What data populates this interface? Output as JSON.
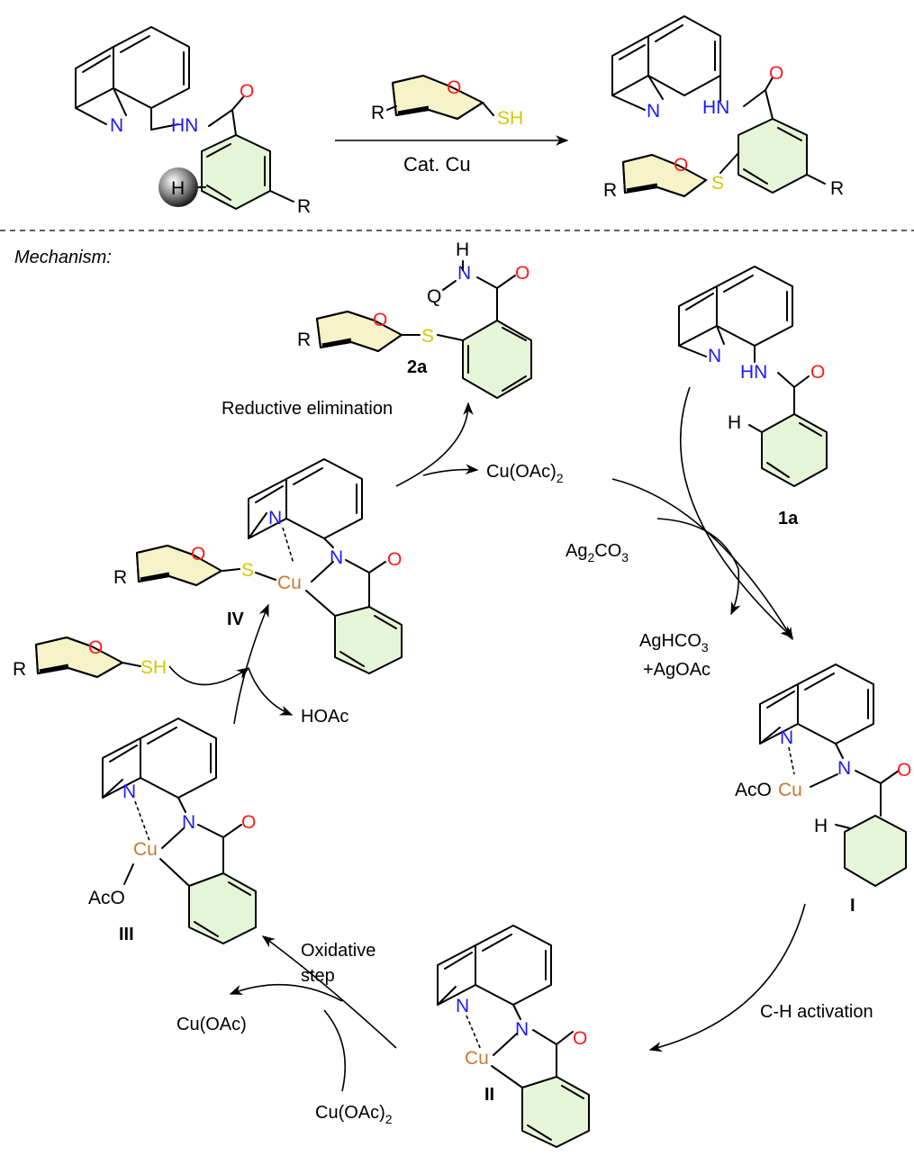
{
  "colors": {
    "nitrogen": "#1a1aff",
    "oxygen": "#ff1a1a",
    "sulfur": "#d4c800",
    "copper": "#c77a2e",
    "ring_fill": "#e6f5d8",
    "sugar_fill": "#f6f3c8",
    "mechanism_label": "#1f7fbf"
  },
  "top_reaction": {
    "reagent_R": "R",
    "reagent_O": "O",
    "reagent_SH": "SH",
    "catalyst": "Cat. Cu",
    "substrate_N": "N",
    "substrate_HN": "HN",
    "substrate_O": "O",
    "substrate_H": "H",
    "substrate_R": "R",
    "product_N": "N",
    "product_HN": "HN",
    "product_O": "O",
    "product_S": "S",
    "product_R1": "R",
    "product_O2": "O",
    "product_R2": "R"
  },
  "mechanism": {
    "heading": "Mechanism:",
    "step_reductive": "Reductive elimination",
    "step_oxidative_1": "Oxidative",
    "step_oxidative_2": "step",
    "step_ch": "C-H activation",
    "reagent_cu_oac2_top": "Cu(OAc)",
    "reagent_cu_oac2_top_sub": "2",
    "reagent_ag2co3_a": "Ag",
    "reagent_ag2co3_s1": "2",
    "reagent_ag2co3_b": "CO",
    "reagent_ag2co3_s2": "3",
    "reagent_aghco3_a": "AgHCO",
    "reagent_aghco3_s": "3",
    "reagent_agoac": "+AgOAc",
    "reagent_hoac": "HOAc",
    "reagent_cu_oac": "Cu(OAc)",
    "reagent_cu_oac2_bottom": "Cu(OAc)",
    "reagent_cu_oac2_bottom_sub": "2",
    "thiol_R": "R",
    "thiol_O": "O",
    "thiol_SH": "SH"
  },
  "compounds": {
    "c2a": {
      "label": "2a",
      "Q": "Q",
      "N": "N",
      "H": "H",
      "O": "O",
      "S": "S",
      "R": "R",
      "Oring": "O"
    },
    "c1a": {
      "label": "1a",
      "N": "N",
      "HN": "HN",
      "O": "O",
      "H": "H"
    },
    "cI": {
      "label": "I",
      "N": "N",
      "N2": "N",
      "O": "O",
      "AcO": "AcO",
      "Cu": "Cu",
      "H": "H"
    },
    "cII": {
      "label": "II",
      "N": "N",
      "N2": "N",
      "O": "O",
      "Cu": "Cu"
    },
    "cIII": {
      "label": "III",
      "N": "N",
      "N2": "N",
      "O": "O",
      "Cu": "Cu",
      "AcO": "AcO"
    },
    "cIV": {
      "label": "IV",
      "N": "N",
      "N2": "N",
      "O": "O",
      "Cu": "Cu",
      "S": "S",
      "R": "R",
      "Oring": "O"
    }
  }
}
